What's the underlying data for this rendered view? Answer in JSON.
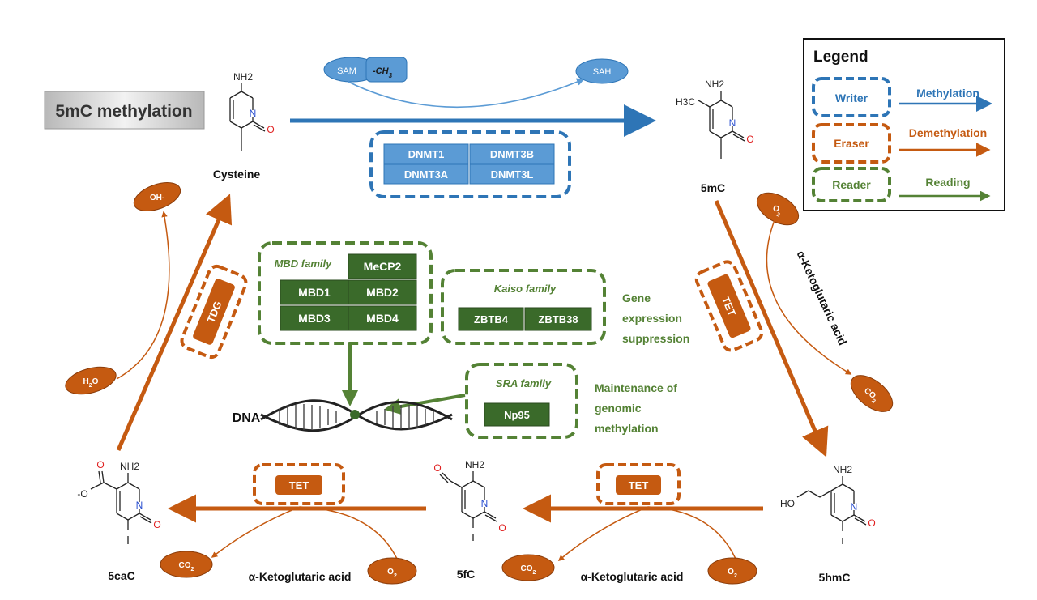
{
  "title": "5mC methylation",
  "molecules": {
    "cysteine": {
      "name": "Cysteine",
      "amine": "NH2",
      "n": "N",
      "o": "O"
    },
    "fivemc": {
      "name": "5mC",
      "amine": "NH2",
      "methyl": "H3C",
      "n": "N",
      "o": "O"
    },
    "fivehmc": {
      "name": "5hmC",
      "amine": "NH2",
      "hydroxy": "HO",
      "n": "N",
      "o": "O"
    },
    "fivefc": {
      "name": "5fC",
      "amine": "NH2",
      "n": "N",
      "o": "O",
      "aldehyde_o": "O"
    },
    "fivecac": {
      "name": "5caC",
      "amine": "NH2",
      "n": "N",
      "o": "O",
      "carboxyl_o": "O",
      "carboxyl_om": "-O"
    }
  },
  "cofactors": {
    "sam": "SAM",
    "ch3": "-CH",
    "ch3_sub": "3",
    "sah": "SAH",
    "oh": "OH-",
    "h2o_h": "H",
    "h2o_sub": "2",
    "h2o_o": "O",
    "o2_o": "O",
    "o2_sub": "2",
    "co2_co": "CO",
    "co2_sub": "2"
  },
  "writers": [
    "DNMT1",
    "DNMT3B",
    "DNMT3A",
    "DNMT3L"
  ],
  "erasers": {
    "tdg": "TDG",
    "tet_right": "TET",
    "tet_bottom_right": "TET",
    "tet_bottom_left": "TET"
  },
  "akg_label": "α-Ketoglutaric acid",
  "readers": {
    "mbd_family": "MBD family",
    "mbd_items": [
      "MeCP2",
      "MBD1",
      "MBD2",
      "MBD3",
      "MBD4"
    ],
    "kaiso_family": "Kaiso family",
    "kaiso_items": [
      "ZBTB4",
      "ZBTB38"
    ],
    "sra_family": "SRA family",
    "sra_items": [
      "Np95"
    ]
  },
  "outcomes": {
    "suppression": [
      "Gene",
      "expression",
      "suppression"
    ],
    "maintenance": [
      "Maintenance of",
      "genomic",
      "methylation"
    ]
  },
  "dna_label": "DNA",
  "legend": {
    "title": "Legend",
    "rows": [
      {
        "role": "Writer",
        "process": "Methylation"
      },
      {
        "role": "Eraser",
        "process": "Demethylation"
      },
      {
        "role": "Reader",
        "process": "Reading"
      }
    ]
  },
  "colors": {
    "blue": "#2e75b6",
    "blue_fill": "#5b9bd5",
    "orange": "#c55a11",
    "green": "#548235",
    "green_dark": "#3a6a2a",
    "red": "#e02020",
    "grey": "#777777"
  }
}
